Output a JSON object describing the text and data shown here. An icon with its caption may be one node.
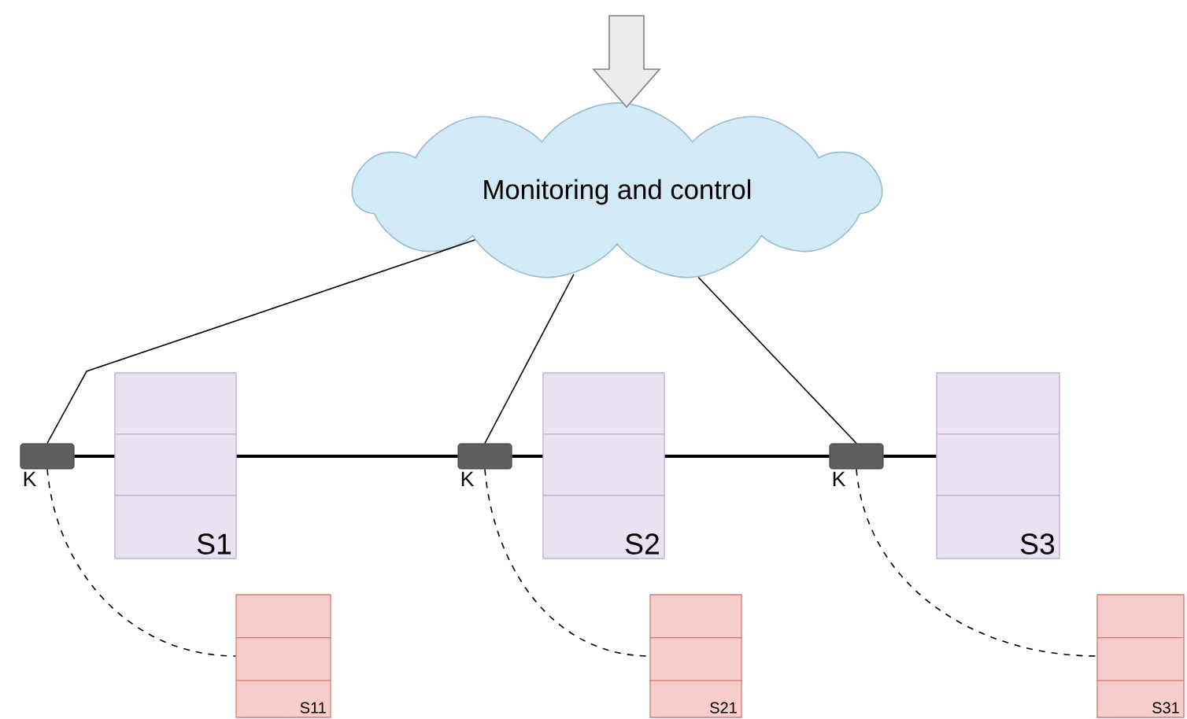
{
  "diagram": {
    "nodes": [
      {
        "text": [
          "Monitoring and control"
        ]
      },
      {
        "text": [],
        "shape": "box",
        "beside": [
          "K"
        ]
      },
      {
        "text": [
          "S1"
        ]
      },
      {
        "text": [],
        "shape": "box",
        "beside": [
          "K"
        ]
      },
      {
        "text": [
          "S2"
        ]
      },
      {
        "text": [],
        "shape": "box",
        "beside": [
          "K"
        ]
      },
      {
        "text": [
          "S3"
        ]
      },
      {
        "text": [
          "S11"
        ]
      },
      {
        "text": [
          "S21"
        ]
      },
      {
        "text": [
          "S31"
        ]
      }
    ],
    "edges": [
      {
        "from": null,
        "to": 0,
        "arrow": "to"
      },
      {
        "from": 0,
        "to": 1,
        "arrow": "none"
      },
      {
        "from": 0,
        "to": 3,
        "arrow": "none"
      },
      {
        "from": 0,
        "to": 5,
        "arrow": "none"
      },
      {
        "from": 1,
        "to": 2,
        "arrow": "none"
      },
      {
        "from": 2,
        "to": 3,
        "arrow": "none"
      },
      {
        "from": 3,
        "to": 4,
        "arrow": "none"
      },
      {
        "from": 4,
        "to": 5,
        "arrow": "none"
      },
      {
        "from": 5,
        "to": 6,
        "arrow": "none"
      },
      {
        "from": 1,
        "to": 7,
        "arrow": "none",
        "style": "dashed"
      },
      {
        "from": 3,
        "to": 8,
        "arrow": "none",
        "style": "dashed"
      },
      {
        "from": 5,
        "to": 9,
        "arrow": "none",
        "style": "dashed"
      }
    ]
  }
}
